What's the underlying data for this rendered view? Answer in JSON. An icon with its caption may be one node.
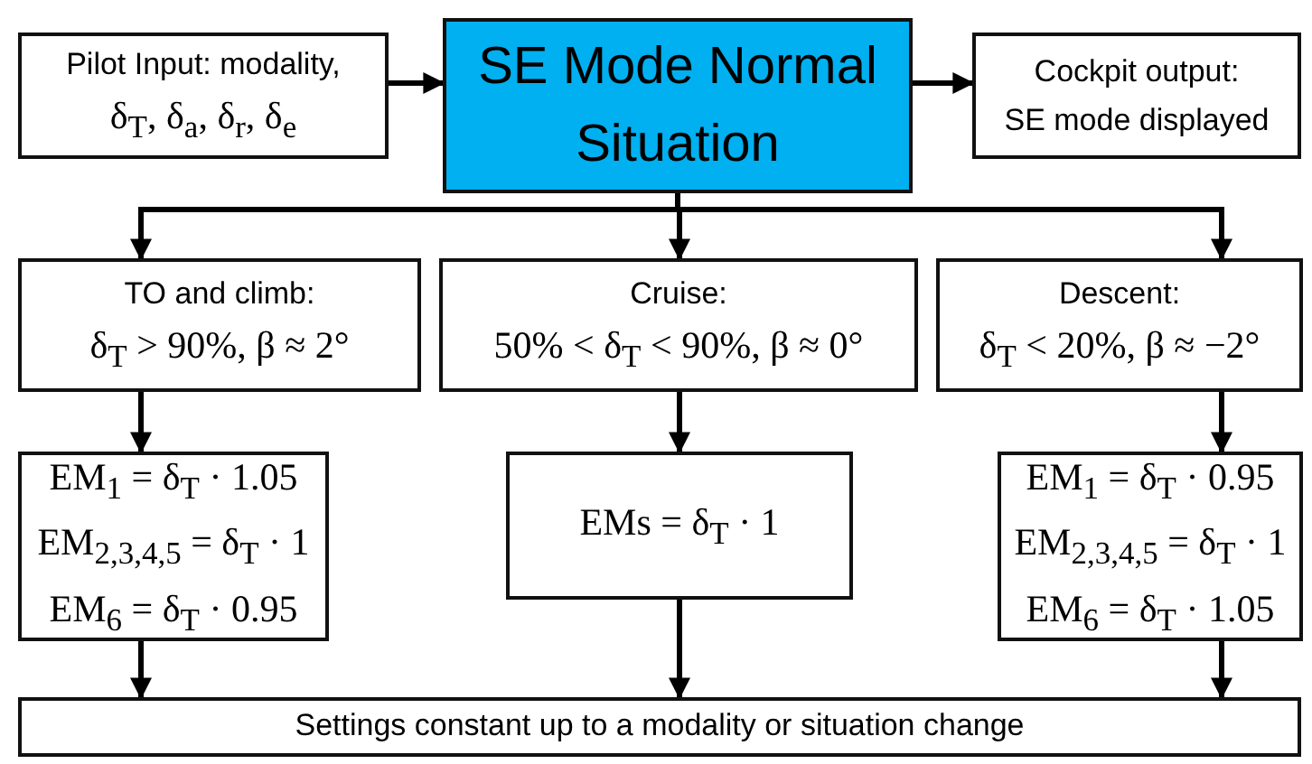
{
  "diagram": {
    "nodes": [
      {
        "text": [
          "Pilot Input: modality,",
          "δ$_{T}$, δ$_{a}$, δ$_{r}$, δ$_{e}$"
        ]
      },
      {
        "text": [
          "SE Mode Normal Situation"
        ]
      },
      {
        "text": [
          "Cockpit output:",
          "SE mode displayed"
        ]
      },
      {
        "text": [
          "TO and climb:",
          "δ$_{T}$ > 90%, β ≈ 2°"
        ]
      },
      {
        "text": [
          "Cruise:",
          "50% < δ$_{T}$ < 90%, β ≈ 0°"
        ]
      },
      {
        "text": [
          "Descent:",
          "δ$_{T}$ < 20%, β ≈ −2°"
        ]
      },
      {
        "text": [
          "EM$_{1}$ = δ$_{T}$ · 1.05",
          "EM$_{2,3,4,5}$ = δ$_{T}$ · 1",
          "EM$_{6}$ = δ$_{T}$ · 0.95"
        ]
      },
      {
        "text": [
          "EMs = δ$_{T}$ · 1"
        ]
      },
      {
        "text": [
          "EM$_{1}$ = δ$_{T}$ · 0.95",
          "EM$_{2,3,4,5}$ = δ$_{T}$ · 1",
          "EM$_{6}$ = δ$_{T}$ · 1.05"
        ]
      },
      {
        "text": [
          "Settings constant up to a modality or situation change"
        ]
      }
    ],
    "edges": [
      {
        "from": 0,
        "to": 1,
        "arrow": "to"
      },
      {
        "from": 1,
        "to": 2,
        "arrow": "to"
      },
      {
        "from": 1,
        "to": 3,
        "arrow": "to"
      },
      {
        "from": 1,
        "to": 4,
        "arrow": "to"
      },
      {
        "from": 1,
        "to": 5,
        "arrow": "to"
      },
      {
        "from": 3,
        "to": 6,
        "arrow": "to"
      },
      {
        "from": 4,
        "to": 7,
        "arrow": "to"
      },
      {
        "from": 5,
        "to": 8,
        "arrow": "to"
      },
      {
        "from": 6,
        "to": 9,
        "arrow": "to"
      },
      {
        "from": 7,
        "to": 9,
        "arrow": "to"
      },
      {
        "from": 8,
        "to": 9,
        "arrow": "to"
      }
    ]
  }
}
